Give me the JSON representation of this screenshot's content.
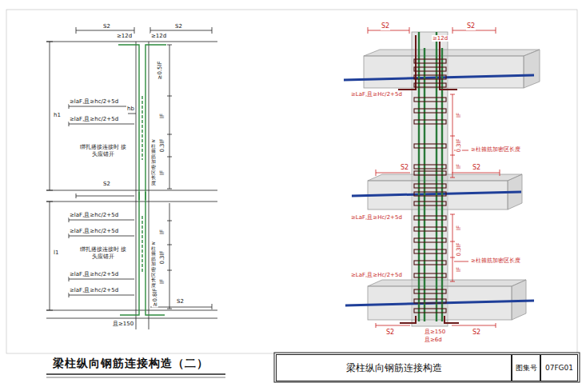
{
  "diagram": {
    "title": "梁柱纵向钢筋连接构造（二）",
    "nodes": [
      {
        "text": [
          "梁柱纵向钢筋连接构造"
        ]
      },
      {
        "text": [
          "图集号"
        ]
      },
      {
        "text": [
          "07FG01"
        ]
      }
    ],
    "labels": [
      "S2",
      "S2",
      "≥12d",
      "≥12d",
      "≥0.5lF",
      "≥laF,且≥hc/2+5d",
      "≥laF,且≥hc/2+5d",
      "h1",
      "hb",
      "绑扎搭接连接时 接头应错开",
      "lF",
      "0.3lF",
      "lF",
      "≥柱箍筋加密区长度",
      "S2",
      "≥laF,且≥hc/2+5d",
      "≥laF,且≥hc/2+5d",
      "l1",
      "绑扎搭接连接时 接头应错开",
      "≥laF,且≥hc/2+5d",
      "≥laF,且≥hc/2+5d",
      "lF",
      "0.3lF",
      "lF",
      "≥柱箍筋加密区长度",
      "S2",
      "且≥150",
      "≥0.8lF",
      "S2",
      "S2",
      "≥12d",
      "≥LaF,且≥Hc/2+5d",
      "lF",
      "0.3lF",
      "lF",
      "≥柱箍筋加密区长度",
      "S2",
      "S2",
      "≥LaF,且≥Hc/2+5d",
      "lF",
      "0.3lF",
      "lF",
      "≥柱箍筋加密区长度",
      "≥LaF,且≥Hc/2+5d",
      "S2",
      "S2",
      "且≥150",
      "且≥6d"
    ]
  }
}
